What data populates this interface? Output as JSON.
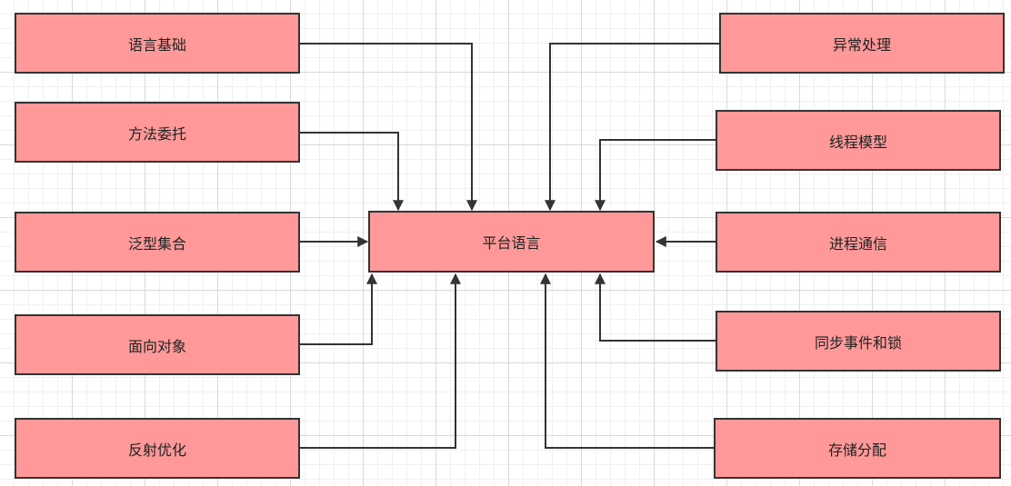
{
  "colors": {
    "node_fill": "#ff9999",
    "node_border": "#333333",
    "edge": "#333333",
    "grid_major": "#d9d9d9",
    "grid_minor": "#f0f0f0"
  },
  "nodes": {
    "center": "平台语言",
    "left": [
      "语言基础",
      "方法委托",
      "泛型集合",
      "面向对象",
      "反射优化"
    ],
    "right": [
      "异常处理",
      "线程模型",
      "进程通信",
      "同步事件和锁",
      "存储分配"
    ]
  }
}
